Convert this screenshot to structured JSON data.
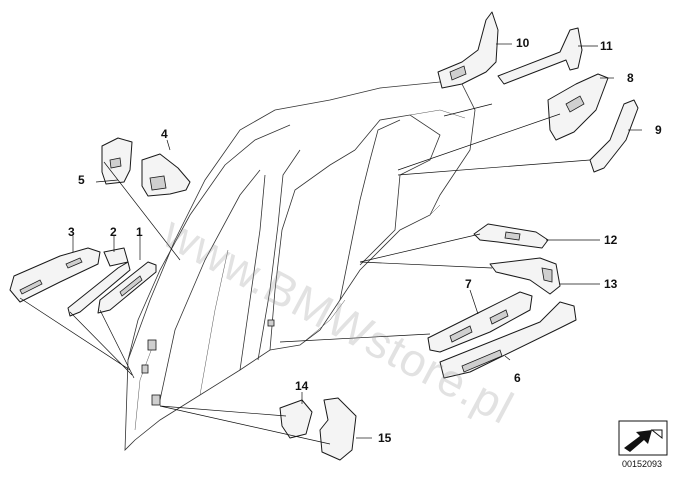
{
  "diagram": {
    "watermark_text": "www.BMWstore.pl",
    "diagram_id": "00152093",
    "callouts": [
      {
        "id": "c1",
        "label": "1"
      },
      {
        "id": "c2",
        "label": "2"
      },
      {
        "id": "c3",
        "label": "3"
      },
      {
        "id": "c4",
        "label": "4"
      },
      {
        "id": "c5",
        "label": "5"
      },
      {
        "id": "c6",
        "label": "6"
      },
      {
        "id": "c7",
        "label": "7"
      },
      {
        "id": "c8",
        "label": "8"
      },
      {
        "id": "c9",
        "label": "9"
      },
      {
        "id": "c10",
        "label": "10"
      },
      {
        "id": "c11",
        "label": "11"
      },
      {
        "id": "c12",
        "label": "12"
      },
      {
        "id": "c13",
        "label": "13"
      },
      {
        "id": "c14",
        "label": "14"
      },
      {
        "id": "c15",
        "label": "15"
      }
    ],
    "icons": {
      "corner": "direction-arrow-icon"
    }
  }
}
